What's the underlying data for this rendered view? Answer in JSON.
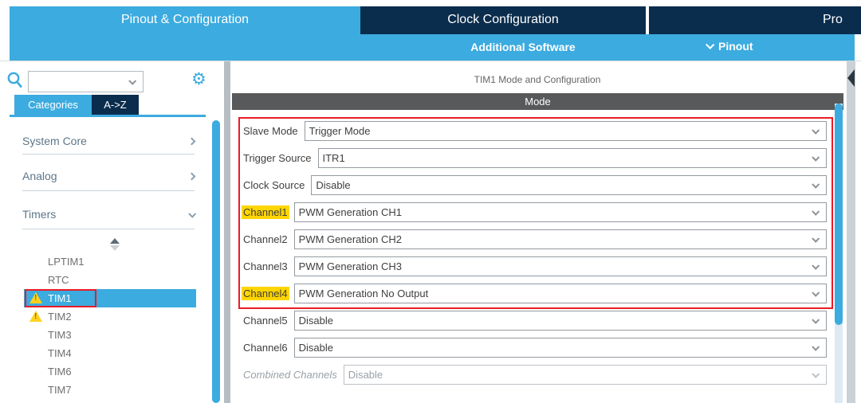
{
  "colors": {
    "accent_blue": "#3CABDF",
    "navy": "#0B2D4D",
    "mode_bar_gray": "#58595B",
    "annotation_red": "#EC1B24",
    "highlight_yellow": "#FFD500",
    "warning_yellow": "#FFD21E"
  },
  "icons": {
    "gear_glyph": "⚙"
  },
  "top_tabs": [
    {
      "label": "Pinout & Configuration",
      "active": true
    },
    {
      "label": "Clock Configuration",
      "active": false
    },
    {
      "label": "Pro",
      "active": false,
      "truncated": true
    }
  ],
  "subbar": {
    "additional_software": "Additional Software",
    "pinout_label": "Pinout"
  },
  "sidebar": {
    "search": {
      "value": "",
      "placeholder": ""
    },
    "tabs": [
      {
        "label": "Categories",
        "active": true
      },
      {
        "label": "A->Z",
        "active": false
      }
    ],
    "categories": [
      {
        "label": "System Core",
        "expanded": false
      },
      {
        "label": "Analog",
        "expanded": false
      },
      {
        "label": "Timers",
        "expanded": true
      }
    ],
    "timers": [
      {
        "label": "LPTIM1"
      },
      {
        "label": "RTC"
      },
      {
        "label": "TIM1",
        "warning": true,
        "selected": true,
        "red_boxed": true
      },
      {
        "label": "TIM2",
        "warning": true
      },
      {
        "label": "TIM3"
      },
      {
        "label": "TIM4"
      },
      {
        "label": "TIM6"
      },
      {
        "label": "TIM7"
      }
    ]
  },
  "main": {
    "title": "TIM1 Mode and Configuration",
    "section_title": "Mode",
    "fields": [
      {
        "label": "Slave Mode",
        "value": "Trigger Mode",
        "highlight": false,
        "in_red_box": true
      },
      {
        "label": "Trigger Source",
        "value": "ITR1",
        "highlight": false,
        "in_red_box": true
      },
      {
        "label": "Clock Source",
        "value": "Disable",
        "highlight": false,
        "in_red_box": true
      },
      {
        "label": "Channel1",
        "value": "PWM Generation CH1",
        "highlight": true,
        "in_red_box": true
      },
      {
        "label": "Channel2",
        "value": "PWM Generation CH2",
        "highlight": false,
        "in_red_box": true
      },
      {
        "label": "Channel3",
        "value": "PWM Generation CH3",
        "highlight": false,
        "in_red_box": true
      },
      {
        "label": "Channel4",
        "value": "PWM Generation No Output",
        "highlight": true,
        "in_red_box": true
      },
      {
        "label": "Channel5",
        "value": "Disable",
        "highlight": false,
        "in_red_box": false
      },
      {
        "label": "Channel6",
        "value": "Disable",
        "highlight": false,
        "in_red_box": false
      },
      {
        "label": "Combined Channels",
        "value": "Disable",
        "highlight": false,
        "in_red_box": false,
        "disabled": true
      }
    ]
  }
}
